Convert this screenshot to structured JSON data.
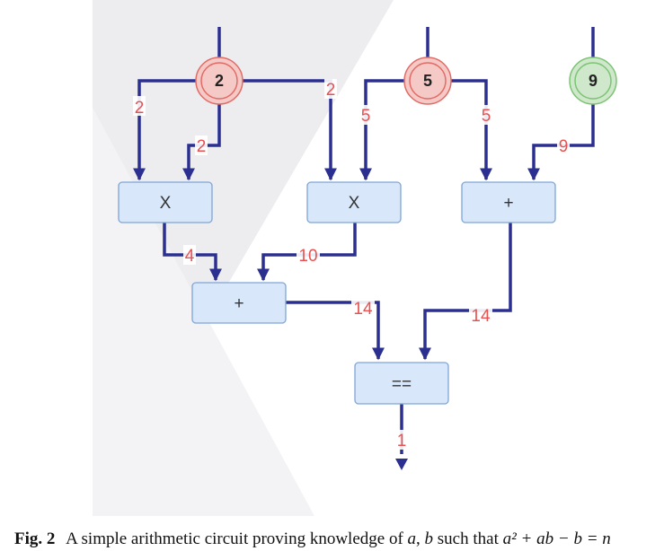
{
  "inputs": [
    {
      "id": "a",
      "value": "2",
      "fill": "#f5c9c6",
      "stroke": "#e26b66"
    },
    {
      "id": "b",
      "value": "5",
      "fill": "#f5c9c6",
      "stroke": "#e26b66"
    },
    {
      "id": "n",
      "value": "9",
      "fill": "#cfe8cb",
      "stroke": "#7cc374"
    }
  ],
  "gates": {
    "mult1": "X",
    "mult2": "X",
    "add_right": "+",
    "add_mid": "+",
    "equals": "=="
  },
  "edge_labels": {
    "a_to_mult1_left": "2",
    "a_to_mult1_right": "2",
    "a_to_mult2": "2",
    "b_to_mult2": "5",
    "b_to_add_right": "5",
    "n_to_add_right": "9",
    "mult1_out": "4",
    "mult2_out": "10",
    "add_mid_out": "14",
    "add_right_out": "14",
    "equals_out": "1"
  },
  "caption": {
    "fig": "Fig. 2",
    "text": "A simple arithmetic circuit proving knowledge of",
    "var_a": "a",
    "comma": ",",
    "var_b": "b",
    "such_that": "such that",
    "equation": "a² + ab − b = n"
  },
  "colors": {
    "edge": "#2b2f8f",
    "edge_label": "#e8514f",
    "gate_fill": "#d9e7fb",
    "gate_stroke": "#7fa6d6",
    "background_wedge": "#ededf0"
  }
}
